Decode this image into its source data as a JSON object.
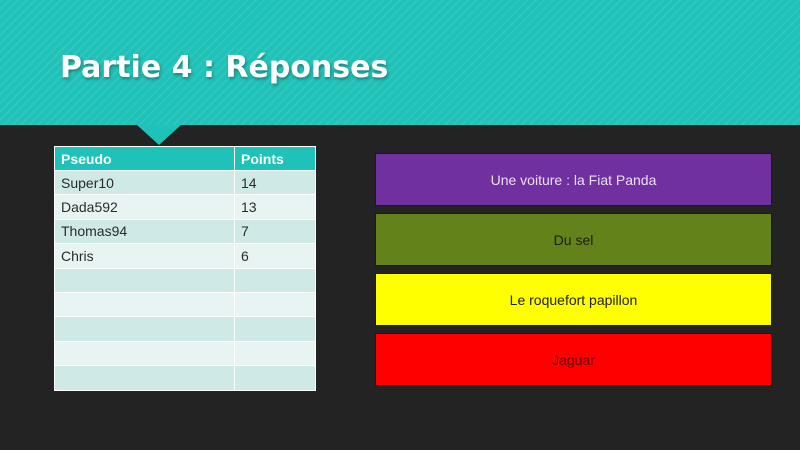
{
  "slide": {
    "title": "Partie 4 : Réponses"
  },
  "scoreboard": {
    "headers": {
      "pseudo": "Pseudo",
      "points": "Points"
    },
    "rows": [
      {
        "pseudo": "Super10",
        "points": "14"
      },
      {
        "pseudo": "Dada592",
        "points": "13"
      },
      {
        "pseudo": "Thomas94",
        "points": "7"
      },
      {
        "pseudo": "Chris",
        "points": "6"
      },
      {
        "pseudo": "",
        "points": ""
      },
      {
        "pseudo": "",
        "points": ""
      },
      {
        "pseudo": "",
        "points": ""
      },
      {
        "pseudo": "",
        "points": ""
      },
      {
        "pseudo": "",
        "points": ""
      }
    ]
  },
  "answers": [
    {
      "label": "Une voiture : la Fiat Panda",
      "color": "#7030a0",
      "text_color": "#e8e0f0"
    },
    {
      "label": "Du sel",
      "color": "#638219",
      "text_color": "#1c1c1c"
    },
    {
      "label": "Le roquefort papillon",
      "color": "#ffff00",
      "text_color": "#222222"
    },
    {
      "label": "Jaguar",
      "color": "#ff0000",
      "text_color": "#6a0000"
    }
  ],
  "theme": {
    "accent": "#1fc2b8",
    "background": "#232323"
  }
}
